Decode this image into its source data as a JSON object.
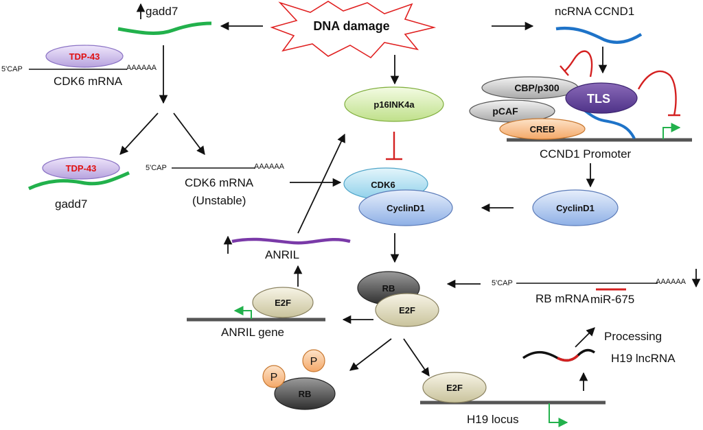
{
  "trigger": {
    "label": "DNA damage",
    "star_color": "#e02020"
  },
  "gadd7": {
    "label": "gadd7",
    "color": "#22b14c"
  },
  "tdp43": {
    "label": "TDP-43",
    "color": "#c8b8e8"
  },
  "cdk6_mrna": {
    "cap": "5'CAP",
    "polyA": "AAAAAA",
    "label": "CDK6 mRNA",
    "label_unstable_1": "CDK6 mRNA",
    "label_unstable_2": "(Unstable)"
  },
  "ncrna": {
    "label": "ncRNA CCND1",
    "color": "#1e73c8"
  },
  "ccnd1_complex": {
    "cbp": "CBP/p300",
    "pcaf": "pCAF",
    "creb": "CREB",
    "tls": "TLS",
    "promoter": "CCND1 Promoter"
  },
  "p16": {
    "label": "p16INK4a"
  },
  "cdk6": {
    "label": "CDK6"
  },
  "cyclind1": {
    "label": "CyclinD1"
  },
  "cyclind1_right": {
    "label": "CyclinD1"
  },
  "anril": {
    "label": "ANRIL",
    "gene": "ANRIL gene",
    "color": "#7a3aa8"
  },
  "rb_e2f": {
    "rb": "RB",
    "e2f": "E2F"
  },
  "e2f_anril": {
    "label": "E2F"
  },
  "rb_mrna": {
    "cap": "5'CAP",
    "polyA": "AAAAAA",
    "label": "RB mRNA",
    "mir": "miR-675"
  },
  "phospho": {
    "p1": "P",
    "p2": "P",
    "rb": "RB"
  },
  "h19": {
    "e2f": "E2F",
    "locus": "H19 locus",
    "lncrna": "H19 lncRNA",
    "processing": "Processing"
  }
}
